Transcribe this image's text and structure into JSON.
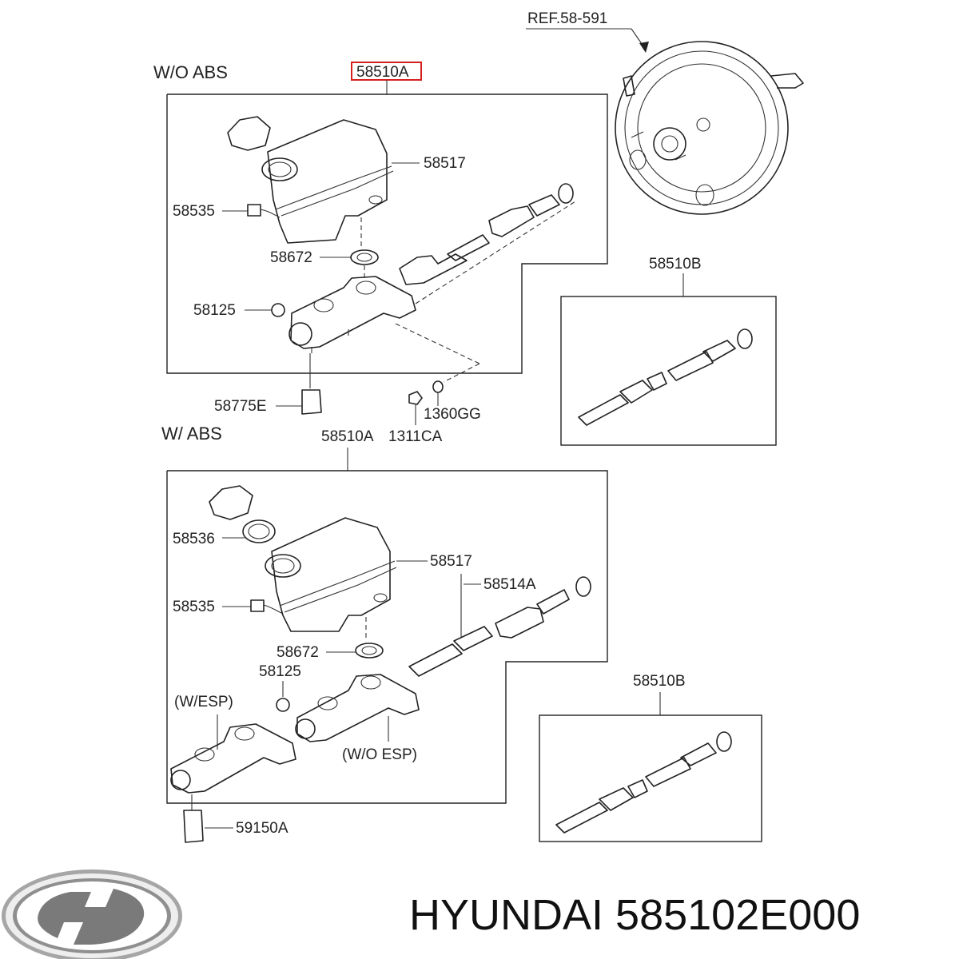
{
  "diagram": {
    "ref": "REF.58-591",
    "without_abs": {
      "section_title": "W/O ABS",
      "assembly_label": "58510A",
      "parts": {
        "reservoir": "58517",
        "sensor": "58535",
        "grommet": "58672",
        "plug": "58125",
        "fitting": "58775E",
        "washer": "1360GG",
        "nut": "1311CA"
      },
      "repair_kit_label": "58510B"
    },
    "with_abs": {
      "section_title": "W/ ABS",
      "assembly_label": "58510A",
      "parts": {
        "cap_seal": "58536",
        "reservoir": "58517",
        "sensor": "58535",
        "grommet": "58672",
        "plug": "58125",
        "pin": "58514A",
        "switch": "59150A"
      },
      "variant_esp": "(W/ESP)",
      "variant_no_esp": "(W/O ESP)",
      "repair_kit_label": "58510B"
    }
  },
  "footer": {
    "brand": "HYUNDAI",
    "part_number": "585102E000",
    "logo_icon": "hyundai-logo-icon"
  },
  "colors": {
    "highlight": "#d62020",
    "line": "#222222"
  }
}
